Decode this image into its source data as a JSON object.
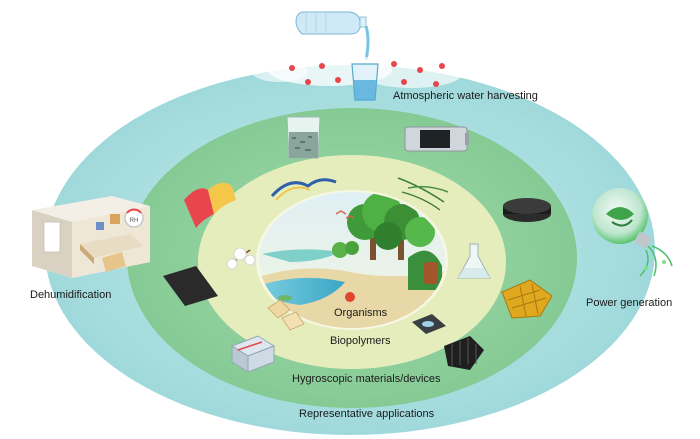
{
  "rings": {
    "outer": "Representative applications",
    "second": "Hygroscopic materials/devices",
    "third": "Biopolymers",
    "core": "Organisms"
  },
  "applications": {
    "water": "Atmospheric water harvesting",
    "dehumid": "Dehumidification",
    "power": "Power generation"
  },
  "icons": {
    "room": "RH"
  },
  "colors": {
    "outer_ring": "#a9ddde",
    "second_ring": "#8cce9a",
    "third_ring": "#e8eec0",
    "accent_red": "#e8454d"
  }
}
